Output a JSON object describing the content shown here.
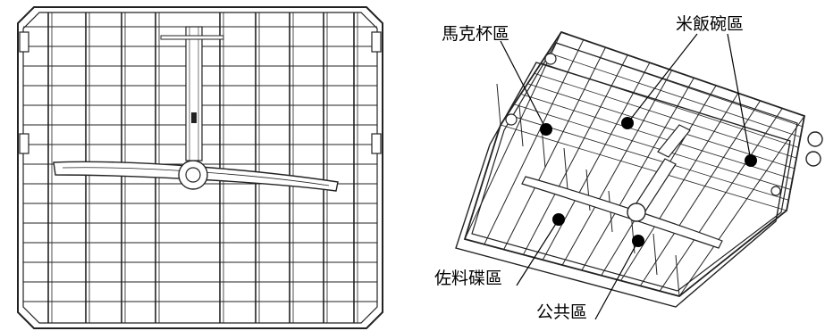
{
  "figure": {
    "left_view": {
      "name": "top-view-dish-rack"
    },
    "right_view": {
      "name": "perspective-dish-rack"
    }
  },
  "zones": [
    {
      "id": "mug",
      "label": "馬克杯區"
    },
    {
      "id": "rice-bowl",
      "label": "米飯碗區"
    },
    {
      "id": "side-plate",
      "label": "佐料碟區"
    },
    {
      "id": "common",
      "label": "公共區"
    }
  ]
}
